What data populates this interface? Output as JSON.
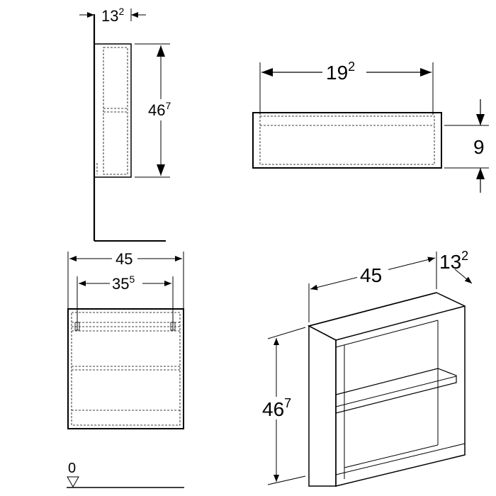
{
  "dimensions": {
    "side_depth": {
      "base": "13",
      "sup": "2"
    },
    "side_height": {
      "base": "46",
      "sup": "7"
    },
    "top_width": {
      "base": "19",
      "sup": "2"
    },
    "top_height": "9",
    "front_outer_width": "45",
    "front_inner_width": {
      "base": "35",
      "sup": "5"
    },
    "front_floor_level": "0",
    "iso_width": "45",
    "iso_depth": {
      "base": "13",
      "sup": "2"
    },
    "iso_height": {
      "base": "46",
      "sup": "7"
    }
  }
}
